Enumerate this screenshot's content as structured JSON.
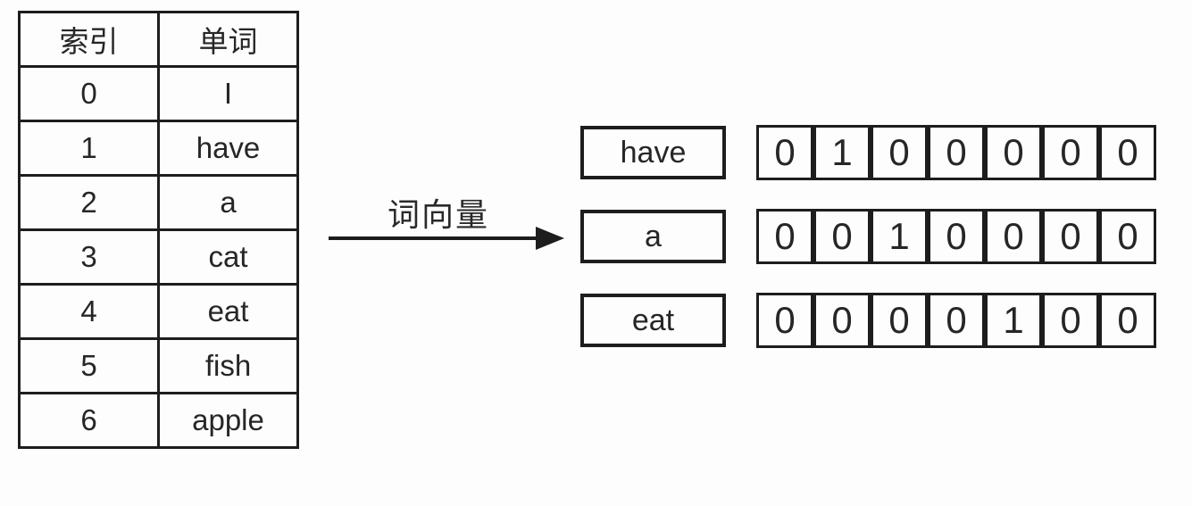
{
  "diagram": {
    "description": "one-hot word vector encoding diagram",
    "colors": {
      "background": "#fdfdfd",
      "border": "#1d1d1d",
      "text": "#262626"
    },
    "vocab_table": {
      "headers": [
        "索引",
        "单词"
      ],
      "rows": [
        {
          "index": "0",
          "word": "I"
        },
        {
          "index": "1",
          "word": "have"
        },
        {
          "index": "2",
          "word": "a"
        },
        {
          "index": "3",
          "word": "cat"
        },
        {
          "index": "4",
          "word": "eat"
        },
        {
          "index": "5",
          "word": "fish"
        },
        {
          "index": "6",
          "word": "apple"
        }
      ]
    },
    "arrow": {
      "label": "词向量"
    },
    "vectors": [
      {
        "word": "have",
        "values": [
          "0",
          "1",
          "0",
          "0",
          "0",
          "0",
          "0"
        ]
      },
      {
        "word": "a",
        "values": [
          "0",
          "0",
          "1",
          "0",
          "0",
          "0",
          "0"
        ]
      },
      {
        "word": "eat",
        "values": [
          "0",
          "0",
          "0",
          "0",
          "1",
          "0",
          "0"
        ]
      }
    ],
    "vector_row_tops": [
      140,
      234,
      328
    ]
  }
}
